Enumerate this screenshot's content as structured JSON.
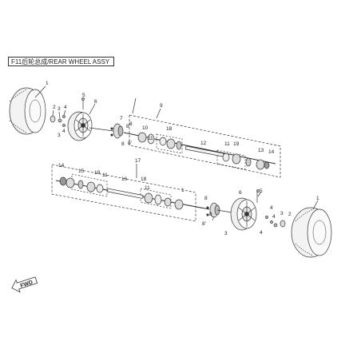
{
  "title": "F11后轮总成/REAR WHEEL ASSY",
  "direction_label": "FWD",
  "callouts": [
    "1",
    "2",
    "3",
    "4",
    "5",
    "6",
    "7",
    "8",
    "8'",
    "9",
    "10",
    "11",
    "12",
    "13",
    "14",
    "15",
    "16",
    "17",
    "18",
    "19"
  ]
}
